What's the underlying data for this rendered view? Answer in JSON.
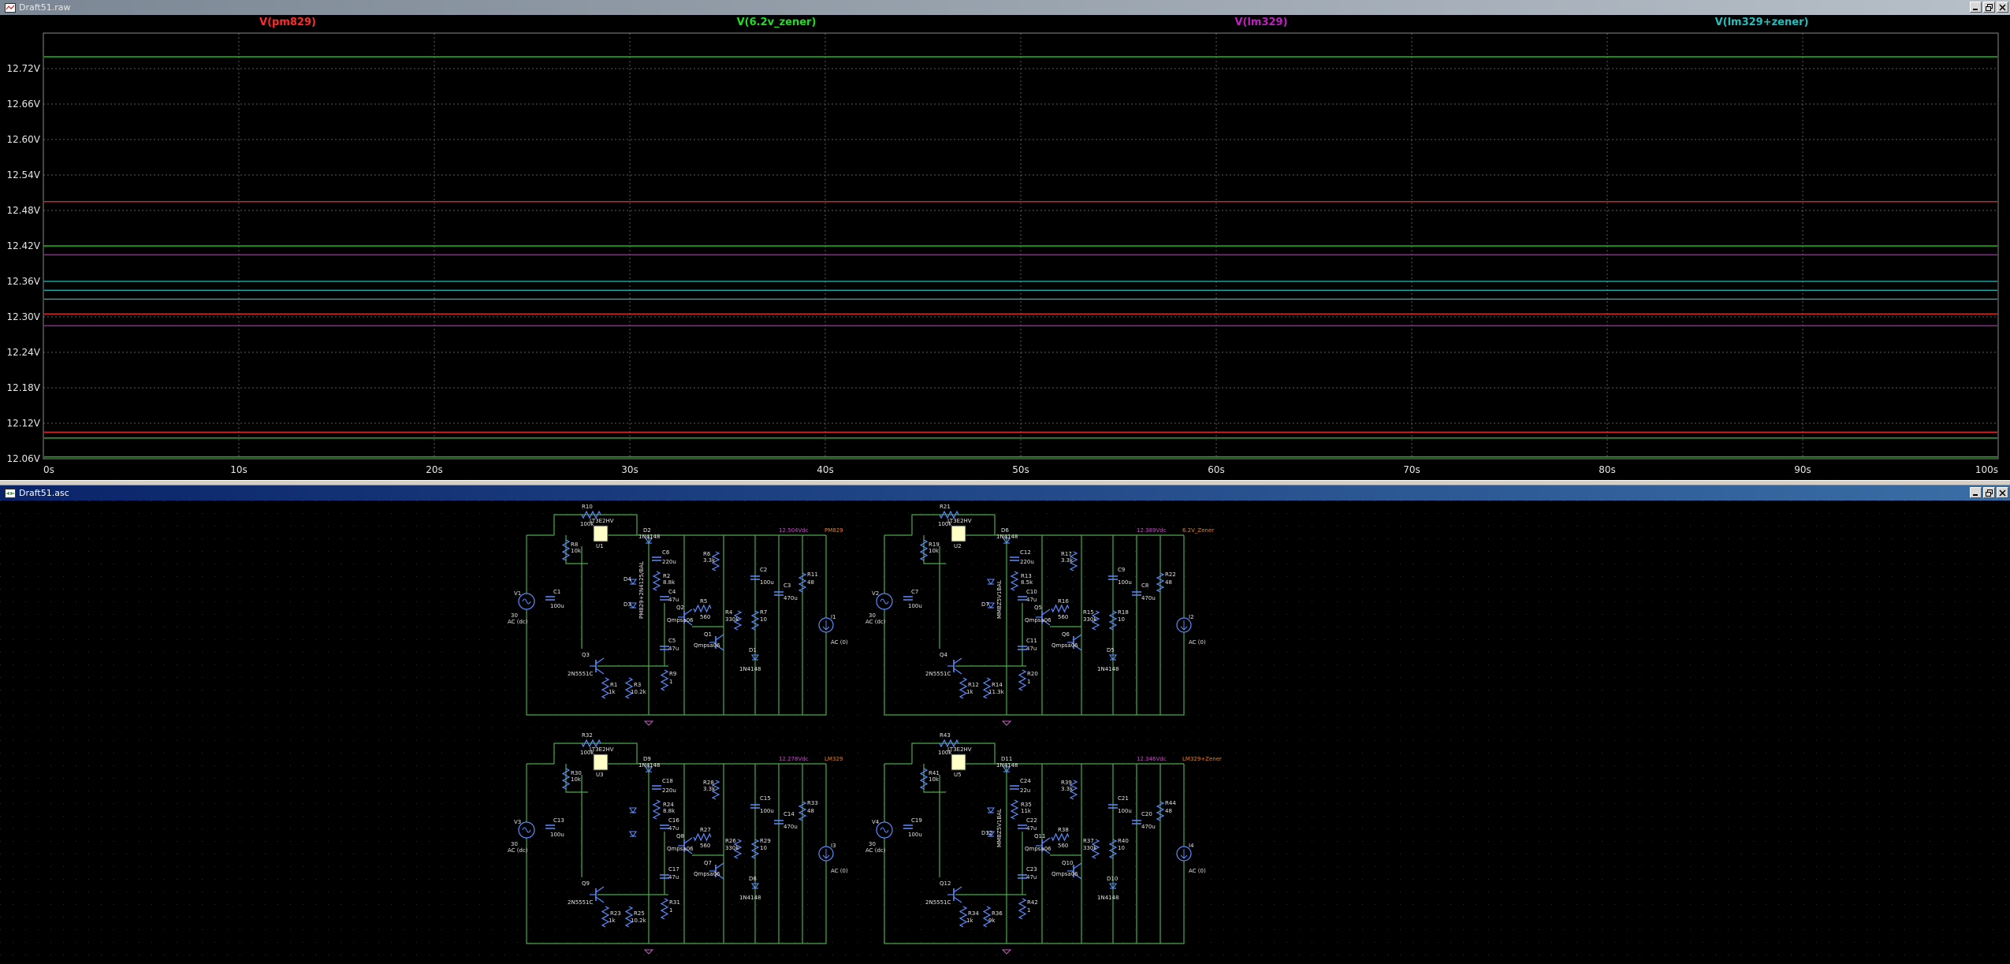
{
  "plot_window": {
    "title": "Draft51.raw"
  },
  "schematic_window": {
    "title": "Draft51.asc"
  },
  "colors": {
    "pm829": "#ff2a2a",
    "zener62": "#22dd22",
    "lm329": "#c020c0",
    "lm329zener": "#20c0c0",
    "wire": "#4ea84e",
    "component": "#5a8cff",
    "grid": "#5a5a5a"
  },
  "chart_data": {
    "type": "line",
    "xlabel": "",
    "ylabel": "",
    "xlim": [
      0,
      100
    ],
    "ylim": [
      12.06,
      12.78
    ],
    "x_ticks": [
      "0s",
      "10s",
      "20s",
      "30s",
      "40s",
      "50s",
      "60s",
      "70s",
      "80s",
      "90s",
      "100s"
    ],
    "y_ticks": [
      "12.06V",
      "12.12V",
      "12.18V",
      "12.24V",
      "12.30V",
      "12.36V",
      "12.42V",
      "12.48V",
      "12.54V",
      "12.60V",
      "12.66V",
      "12.72V"
    ],
    "grid": true,
    "legend_placement": "top",
    "series": [
      {
        "name": "V(pm829)",
        "color": "#ff2a2a",
        "values": [
          12.495,
          12.305,
          12.105
        ]
      },
      {
        "name": "V(6.2v_zener)",
        "color": "#22dd22",
        "values": [
          12.74,
          12.42,
          12.095,
          12.063
        ]
      },
      {
        "name": "V(lm329)",
        "color": "#c020c0",
        "values": [
          12.405,
          12.285
        ]
      },
      {
        "name": "V(lm329+zener)",
        "color": "#20c0c0",
        "values": [
          12.36,
          12.345,
          12.33
        ]
      }
    ]
  },
  "schematic": {
    "blocks": [
      {
        "label": "12.504Vdc",
        "net": "PM829",
        "reg": {
          "ref": "U1",
          "part": "LT3E2HV"
        },
        "rtop": {
          "ref": "R10",
          "val": "100k"
        },
        "rb": {
          "ref": "R8",
          "val": "10k"
        },
        "src": {
          "ref": "V1",
          "val": "30",
          "ac": "AC (dc)"
        },
        "cin": {
          "ref": "C1",
          "val": "100u"
        },
        "dz": {
          "ref": "D2",
          "val": "1N4148"
        },
        "ctop": {
          "ref": "C6",
          "val": "220u"
        },
        "d3": {
          "ref": "D3",
          "val": ""
        },
        "d4": {
          "ref": "D4",
          "val": ""
        },
        "vz": "PM829+2N4125/BAL",
        "r2": {
          "ref": "R2",
          "val": "8.8k"
        },
        "c4": {
          "ref": "C4",
          "val": "47u"
        },
        "c5": {
          "ref": "C5",
          "val": "47u"
        },
        "q3": {
          "ref": "Q3",
          "val": "2N5551C"
        },
        "q2": {
          "ref": "Q2",
          "val": "Qmpsa06"
        },
        "q1": {
          "ref": "Q1",
          "val": "Qmpsa06"
        },
        "r1": {
          "ref": "R1",
          "val": "1k"
        },
        "r3": {
          "ref": "R3",
          "val": "10.2k"
        },
        "r9": {
          "ref": "R9",
          "val": "1"
        },
        "r6": {
          "ref": "R6",
          "val": "3.3k"
        },
        "r5": {
          "ref": "R5",
          "val": "560"
        },
        "r4": {
          "ref": "R4",
          "val": "330k"
        },
        "r7": {
          "ref": "R7",
          "val": "10"
        },
        "d1": {
          "ref": "D1",
          "val": "1N4148"
        },
        "c2": {
          "ref": "C2",
          "val": "100u"
        },
        "c3": {
          "ref": "C3",
          "val": "470u"
        },
        "r11": {
          "ref": "R11",
          "val": "48"
        },
        "load": {
          "ref": "I1",
          "val": "AC (0)"
        }
      },
      {
        "label": "12.389Vdc",
        "net": "6.2V_Zener",
        "reg": {
          "ref": "U2",
          "part": "LT3E2HV"
        },
        "rtop": {
          "ref": "R21",
          "val": "100k"
        },
        "rb": {
          "ref": "R19",
          "val": "10k"
        },
        "src": {
          "ref": "V2",
          "val": "30",
          "ac": "AC (dc)"
        },
        "cin": {
          "ref": "C7",
          "val": "100u"
        },
        "dz": {
          "ref": "D6",
          "val": "1N4148"
        },
        "ctop": {
          "ref": "C12",
          "val": "220u"
        },
        "d3": {
          "ref": "D7",
          "val": ""
        },
        "d4": {
          "ref": "",
          "val": ""
        },
        "vz": "MMBZ5V1BAL",
        "r2": {
          "ref": "R13",
          "val": "8.5k"
        },
        "c4": {
          "ref": "C10",
          "val": "47u"
        },
        "c5": {
          "ref": "C11",
          "val": "47u"
        },
        "q3": {
          "ref": "Q4",
          "val": "2N5551C"
        },
        "q2": {
          "ref": "Q5",
          "val": "Qmpsa06"
        },
        "q1": {
          "ref": "Q6",
          "val": "Qmpsa06"
        },
        "r1": {
          "ref": "R12",
          "val": "1k"
        },
        "r3": {
          "ref": "R14",
          "val": "11.3k"
        },
        "r9": {
          "ref": "R20",
          "val": "1"
        },
        "r6": {
          "ref": "R17",
          "val": "3.3k"
        },
        "r5": {
          "ref": "R16",
          "val": "560"
        },
        "r4": {
          "ref": "R15",
          "val": "330k"
        },
        "r7": {
          "ref": "R18",
          "val": "10"
        },
        "d1": {
          "ref": "D5",
          "val": "1N4148"
        },
        "c2": {
          "ref": "C9",
          "val": "100u"
        },
        "c3": {
          "ref": "C8",
          "val": "470u"
        },
        "r11": {
          "ref": "R22",
          "val": "48"
        },
        "load": {
          "ref": "I2",
          "val": "AC (0)"
        }
      },
      {
        "label": "12.278Vdc",
        "net": "LM329",
        "reg": {
          "ref": "U3",
          "part": "LT3E2HV"
        },
        "rtop": {
          "ref": "R32",
          "val": "100k"
        },
        "rb": {
          "ref": "R30",
          "val": "10k"
        },
        "src": {
          "ref": "V3",
          "val": "30",
          "ac": "AC (dc)"
        },
        "cin": {
          "ref": "C13",
          "val": "100u"
        },
        "dz": {
          "ref": "D9",
          "val": "1N4148"
        },
        "ctop": {
          "ref": "C18",
          "val": "220u"
        },
        "d3": {
          "ref": "",
          "val": ""
        },
        "d4": {
          "ref": "",
          "val": ""
        },
        "vz": "",
        "r2": {
          "ref": "R24",
          "val": "8.8k"
        },
        "c4": {
          "ref": "C16",
          "val": "47u"
        },
        "c5": {
          "ref": "C17",
          "val": "47u"
        },
        "q3": {
          "ref": "Q9",
          "val": "2N5551C"
        },
        "q2": {
          "ref": "Q8",
          "val": "Qmpsa06"
        },
        "q1": {
          "ref": "Q7",
          "val": "Qmpsa06"
        },
        "r1": {
          "ref": "R23",
          "val": "1k"
        },
        "r3": {
          "ref": "R25",
          "val": "10.2k"
        },
        "r9": {
          "ref": "R31",
          "val": "1"
        },
        "r6": {
          "ref": "R28",
          "val": "3.3k"
        },
        "r5": {
          "ref": "R27",
          "val": "560"
        },
        "r4": {
          "ref": "R26",
          "val": "330k"
        },
        "r7": {
          "ref": "R29",
          "val": "10"
        },
        "d1": {
          "ref": "D8",
          "val": "1N4148"
        },
        "c2": {
          "ref": "C15",
          "val": "100u"
        },
        "c3": {
          "ref": "C14",
          "val": "470u"
        },
        "r11": {
          "ref": "R33",
          "val": "48"
        },
        "load": {
          "ref": "I3",
          "val": "AC (0)"
        }
      },
      {
        "label": "12.346Vdc",
        "net": "LM329+Zener",
        "reg": {
          "ref": "U5",
          "part": "LT3E2HV"
        },
        "rtop": {
          "ref": "R43",
          "val": "100k"
        },
        "rb": {
          "ref": "R41",
          "val": "10k"
        },
        "src": {
          "ref": "V4",
          "val": "30",
          "ac": "AC (dc)"
        },
        "cin": {
          "ref": "C19",
          "val": "100u"
        },
        "dz": {
          "ref": "D11",
          "val": "1N4148"
        },
        "ctop": {
          "ref": "C24",
          "val": "22u"
        },
        "d3": {
          "ref": "D12",
          "val": ""
        },
        "d4": {
          "ref": "",
          "val": ""
        },
        "vz": "MMBZ5V1BAL",
        "r2": {
          "ref": "R35",
          "val": "11k"
        },
        "c4": {
          "ref": "C22",
          "val": "47u"
        },
        "c5": {
          "ref": "C23",
          "val": "47u"
        },
        "q3": {
          "ref": "Q12",
          "val": "2N5551C"
        },
        "q2": {
          "ref": "Q11",
          "val": "Qmpsa06"
        },
        "q1": {
          "ref": "Q10",
          "val": "Qmpsa06"
        },
        "r1": {
          "ref": "R34",
          "val": "1k"
        },
        "r3": {
          "ref": "R36",
          "val": "9k"
        },
        "r9": {
          "ref": "R42",
          "val": "1"
        },
        "r6": {
          "ref": "R39",
          "val": "3.3k"
        },
        "r5": {
          "ref": "R38",
          "val": "560"
        },
        "r4": {
          "ref": "R37",
          "val": "330k"
        },
        "r7": {
          "ref": "R40",
          "val": "10"
        },
        "d1": {
          "ref": "D10",
          "val": "1N4148"
        },
        "c2": {
          "ref": "C21",
          "val": "100u"
        },
        "c3": {
          "ref": "C20",
          "val": "470u"
        },
        "r11": {
          "ref": "R44",
          "val": "48"
        },
        "load": {
          "ref": "I4",
          "val": "AC (0)"
        }
      }
    ]
  }
}
